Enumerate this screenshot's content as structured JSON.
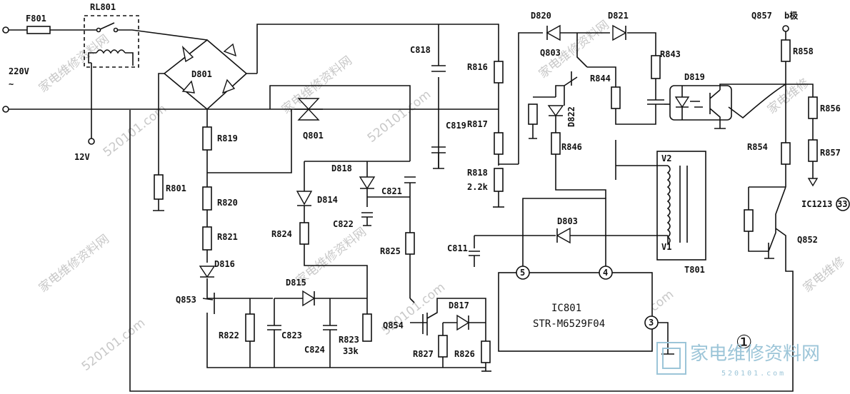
{
  "components": {
    "F801": "F801",
    "RL801": "RL801",
    "D801": "D801",
    "C818": "C818",
    "R816": "R816",
    "D820": "D820",
    "D821": "D821",
    "Q857": "Q857",
    "Q857_note": "b极",
    "Q803": "Q803",
    "R843": "R843",
    "R858": "R858",
    "R844": "R844",
    "D819": "D819",
    "R856": "R856",
    "D822": "D822",
    "Q801": "Q801",
    "C819": "C819",
    "R817": "R817",
    "R819": "R819",
    "R846": "R846",
    "R857": "R857",
    "R854": "R854",
    "R818": "R818",
    "R818_val": "2.2k",
    "D818": "D818",
    "C821": "C821",
    "V2": "V2",
    "R801": "R801",
    "D814": "D814",
    "IC1213": "IC1213",
    "IC1213_pin": "33",
    "R820": "R820",
    "C822": "C822",
    "D803": "D803",
    "R824": "R824",
    "R821": "R821",
    "R825": "R825",
    "C811": "C811",
    "V1": "V1",
    "Q852": "Q852",
    "D816": "D816",
    "T801": "T801",
    "pin5": "5",
    "pin4": "4",
    "Q853": "Q853",
    "D815": "D815",
    "D817": "D817",
    "IC801": "IC801",
    "IC801_part": "STR-M6529F04",
    "R822": "R822",
    "C823": "C823",
    "Q854": "Q854",
    "pin3": "3",
    "C824": "C824",
    "R823": "R823",
    "R823_val": "33k",
    "R827": "R827",
    "R826": "R826",
    "mains": "220V",
    "mains_sym": "~",
    "v12": "12V",
    "circle1": "①"
  },
  "watermark": {
    "logo_text": "家电维修资料网",
    "logo_url": "520101.com"
  }
}
